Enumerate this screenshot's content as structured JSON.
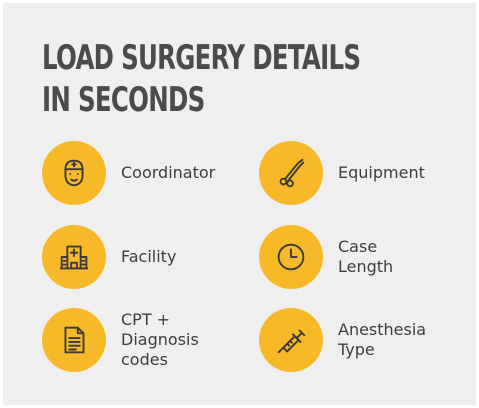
{
  "title": {
    "line1": "LOAD SURGERY DETAILS",
    "line2": "IN SECONDS"
  },
  "items": [
    {
      "icon": "coordinator-icon",
      "label": "Coordinator"
    },
    {
      "icon": "equipment-icon",
      "label": "Equipment"
    },
    {
      "icon": "facility-icon",
      "label": "Facility"
    },
    {
      "icon": "clock-icon",
      "label": "Case\nLength"
    },
    {
      "icon": "document-icon",
      "label": "CPT +\nDiagnosis\ncodes"
    },
    {
      "icon": "syringe-icon",
      "label": "Anesthesia\nType"
    }
  ],
  "colors": {
    "accent": "#f7b928",
    "title": "#4b4b4b",
    "text": "#3d3d3d",
    "background": "#efefef"
  }
}
